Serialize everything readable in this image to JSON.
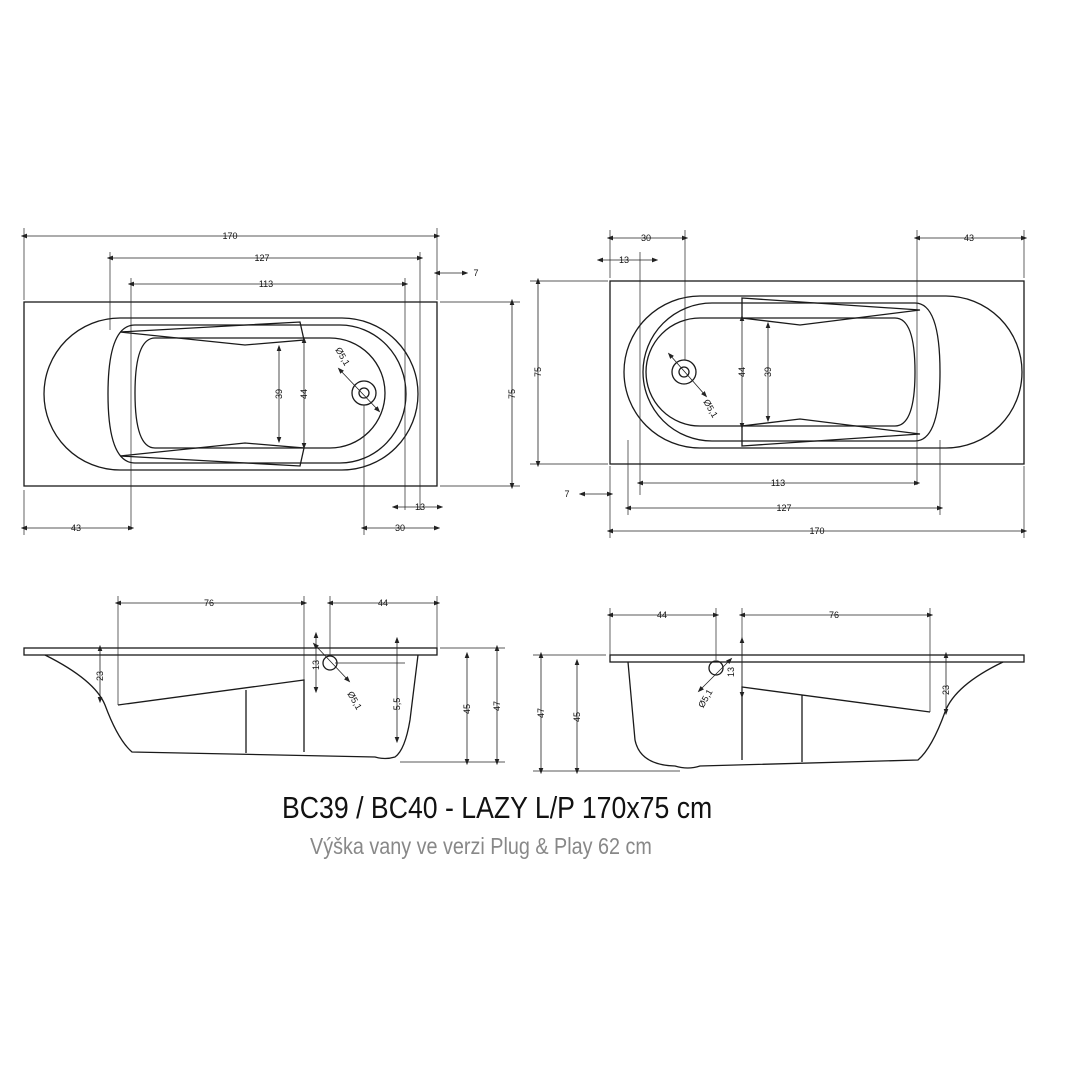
{
  "title": "BC39 / BC40 - LAZY L/P 170x75 cm",
  "subtitle": "Výška vany ve verzi Plug & Play 62 cm",
  "top_left": {
    "d170": "170",
    "d127": "127",
    "d113": "113",
    "d7": "7",
    "d75": "75",
    "d44": "44",
    "d39": "39",
    "drain": "Ø5,1",
    "d43": "43",
    "d30": "30",
    "d13": "13"
  },
  "top_right": {
    "d30": "30",
    "d43": "43",
    "d13": "13",
    "d75": "75",
    "d44": "44",
    "d39": "39",
    "drain": "Ø5,1",
    "d113": "113",
    "d127": "127",
    "d170": "170",
    "d7": "7"
  },
  "side_left": {
    "d76": "76",
    "d44": "44",
    "d23": "23",
    "d13": "13",
    "d55": "5,5",
    "d45": "45",
    "d47": "47",
    "drain": "Ø5,1"
  },
  "side_right": {
    "d44": "44",
    "d76": "76",
    "d13": "13",
    "d23": "23",
    "d47": "47",
    "d45": "45",
    "drain": "Ø5,1"
  }
}
